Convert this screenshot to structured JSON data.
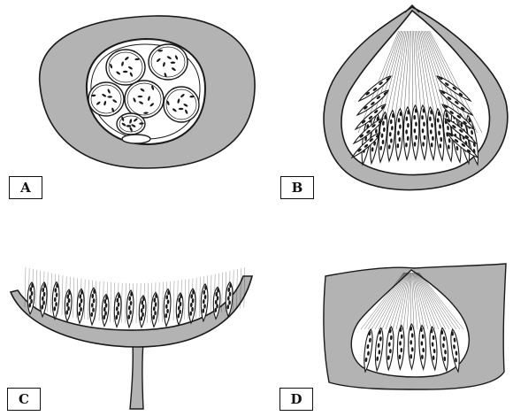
{
  "labels": {
    "a": "A",
    "b": "B",
    "c": "C",
    "d": "D"
  },
  "colors": {
    "tissue_fill": "#b3b3b3",
    "cavity_fill": "#ffffff",
    "outline": "#1a1a1a"
  },
  "panels": [
    {
      "id": "A",
      "structure": "circular-cross-section-with-spore-sacs"
    },
    {
      "id": "B",
      "structure": "flask-shaped-cavity-with-asci"
    },
    {
      "id": "C",
      "structure": "cup-shaped-body-on-stalk-with-asci"
    },
    {
      "id": "D",
      "structure": "embedded-cavity-with-asci"
    }
  ]
}
